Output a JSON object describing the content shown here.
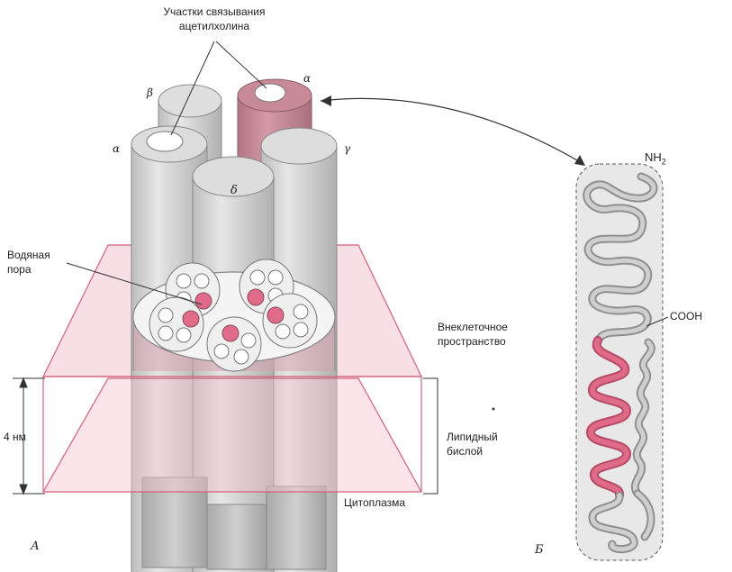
{
  "labels": {
    "binding_sites_line1": "Участки связывания",
    "binding_sites_line2": "ацетилхолина",
    "water_pore_line1": "Водяная",
    "water_pore_line2": "пора",
    "extracellular_line1": "Внеклеточное",
    "extracellular_line2": "пространство",
    "lipid_line1": "Липидный",
    "lipid_line2": "бислой",
    "cytoplasm": "Цитоплазма",
    "thickness": "4 нм",
    "nh2": "NH",
    "nh2_sub": "2",
    "cooh": "COOH"
  },
  "subunits": {
    "alpha_left": "α",
    "beta": "β",
    "alpha_right": "α",
    "gamma": "γ",
    "delta": "δ"
  },
  "panels": {
    "a": "А",
    "b": "Б"
  },
  "colors": {
    "membrane": "#d0607a",
    "subunit_fill": "#d8d8d8",
    "alpha_fill": "#c98a98",
    "highlight": "#e06b88"
  }
}
